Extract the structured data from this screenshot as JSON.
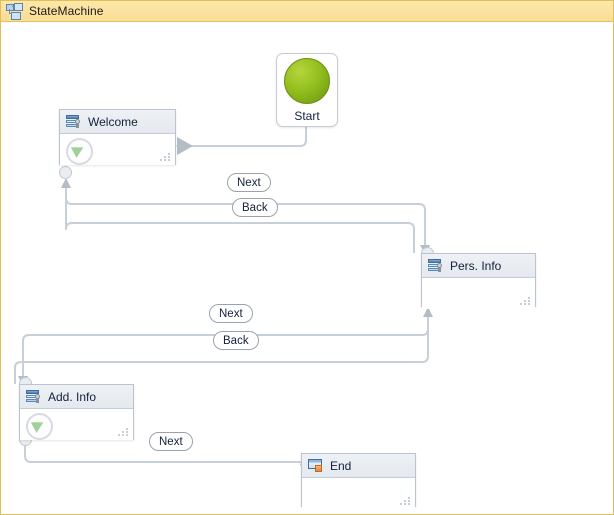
{
  "window": {
    "title": "StateMachine",
    "icon": "state-machine-icon"
  },
  "canvas": {
    "start": {
      "label": "Start",
      "icon": "green-circle-icon"
    },
    "states": [
      {
        "id": "welcome",
        "title": "Welcome",
        "icon": "state-icon",
        "body_icon": "green-run-icon",
        "has_body_icon": true
      },
      {
        "id": "pers-info",
        "title": "Pers. Info",
        "icon": "state-icon",
        "body_icon": "",
        "has_body_icon": false
      },
      {
        "id": "add-info",
        "title": "Add. Info",
        "icon": "state-icon",
        "body_icon": "green-run-icon",
        "has_body_icon": true
      },
      {
        "id": "end",
        "title": "End",
        "icon": "end-state-icon",
        "body_icon": "",
        "has_body_icon": false
      }
    ],
    "transitions": [
      {
        "id": "t1",
        "label": "Next",
        "from": "welcome",
        "to": "pers-info"
      },
      {
        "id": "t2",
        "label": "Back",
        "from": "pers-info",
        "to": "welcome"
      },
      {
        "id": "t3",
        "label": "Next",
        "from": "pers-info",
        "to": "add-info"
      },
      {
        "id": "t4",
        "label": "Back",
        "from": "add-info",
        "to": "pers-info"
      },
      {
        "id": "t5",
        "label": "Next",
        "from": "add-info",
        "to": "end"
      }
    ]
  },
  "colors": {
    "title_bar": "#fbe2a0",
    "title_border": "#e0be5c",
    "node_border": "#b9c4cf",
    "node_header": "#e9edf2",
    "wire": "#c3cbd4",
    "start_green": "#93bf1e",
    "accent_orange": "#e2803a",
    "text": "#14213d"
  }
}
